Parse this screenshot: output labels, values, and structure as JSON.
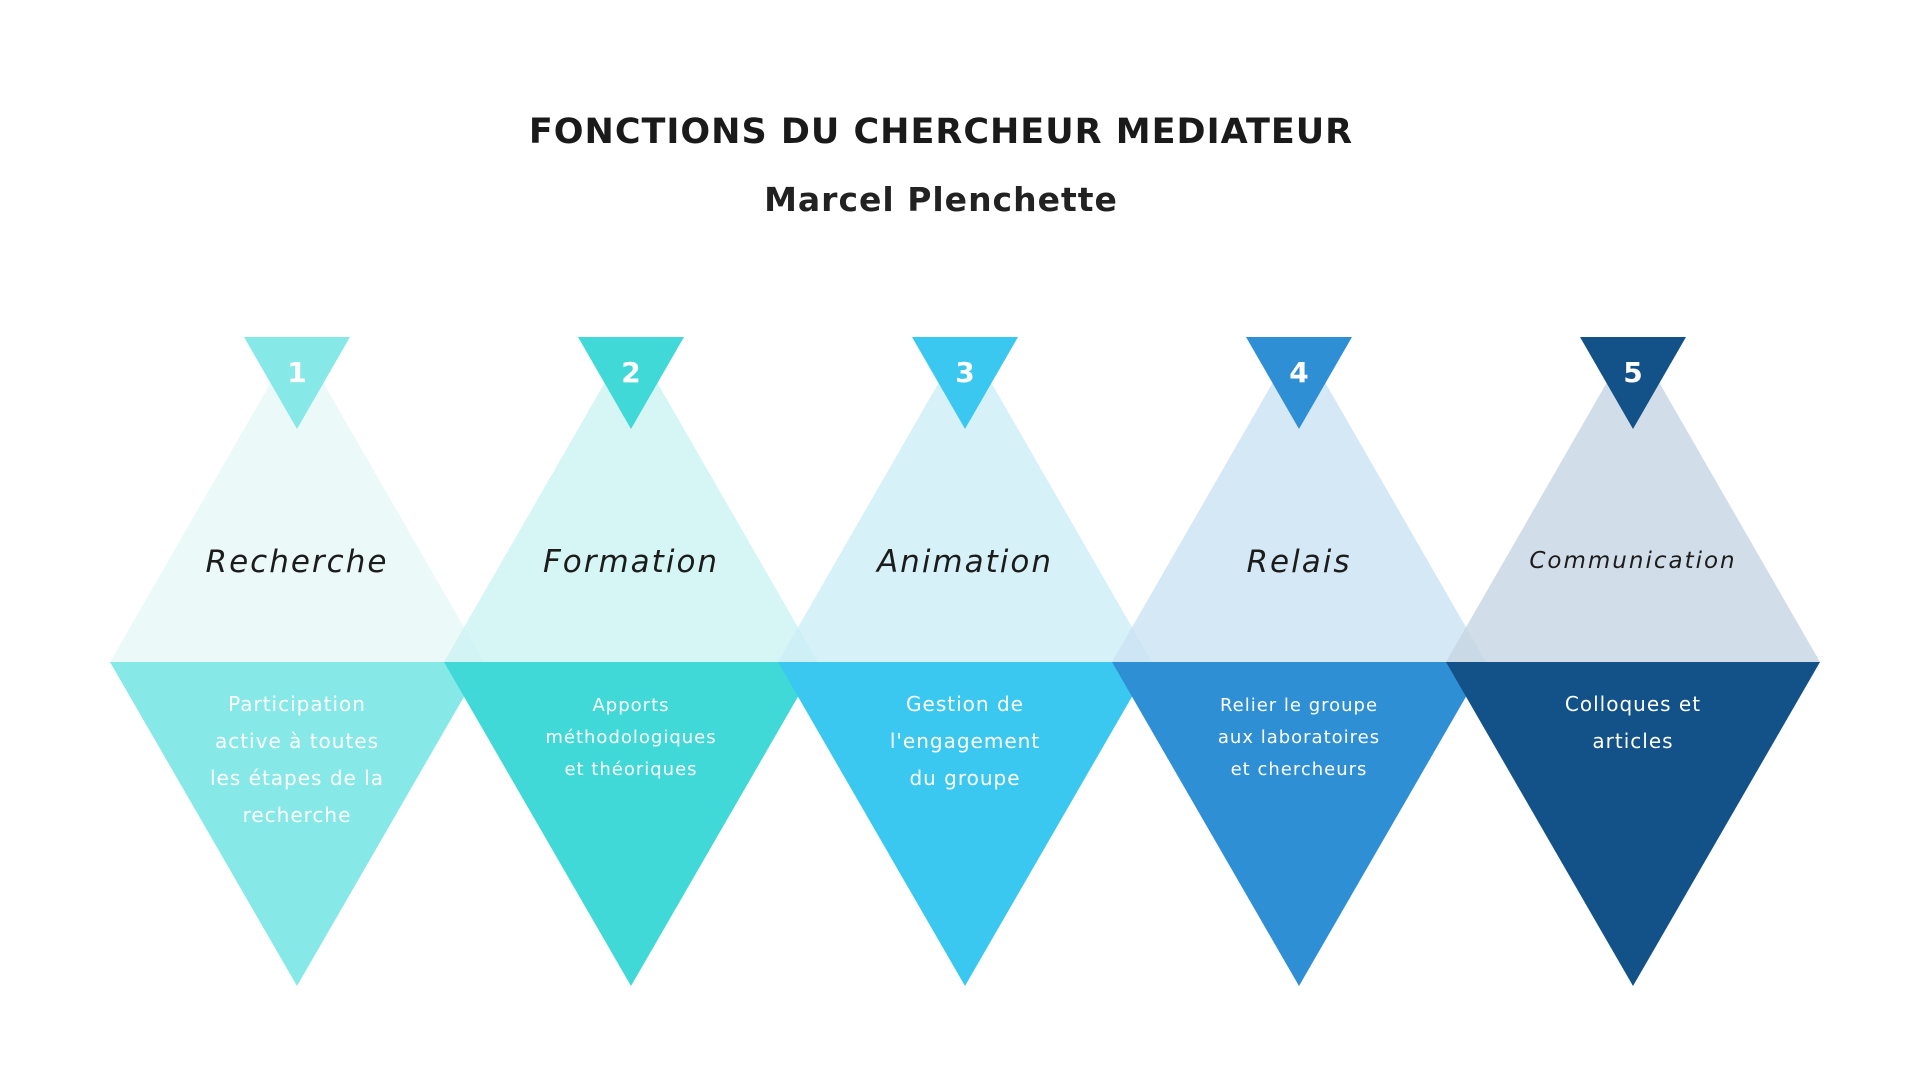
{
  "header": {
    "title": "FONCTIONS DU CHERCHEUR MEDIATEUR",
    "subtitle": "Marcel Plenchette"
  },
  "steps": [
    {
      "number": "1",
      "label": "Recherche",
      "description": [
        "Participation",
        "active à toutes",
        "les étapes de la",
        "recherche"
      ],
      "colors": {
        "badge": "#87E8E8",
        "upper": "#E7F8F8",
        "lower": "#87E8E8"
      }
    },
    {
      "number": "2",
      "label": "Formation",
      "description": [
        "Apports",
        "méthodologiques",
        "et théoriques"
      ],
      "colors": {
        "badge": "#40D9D8",
        "upper": "#CCF2F2",
        "lower": "#40D9D8"
      }
    },
    {
      "number": "3",
      "label": "Animation",
      "description": [
        "Gestion de",
        "l'engagement",
        "du groupe"
      ],
      "colors": {
        "badge": "#3BC8F0",
        "upper": "#CDEEF8",
        "lower": "#3BC8F0"
      }
    },
    {
      "number": "4",
      "label": "Relais",
      "description": [
        "Relier le groupe",
        "aux laboratoires",
        "et chercheurs"
      ],
      "colors": {
        "badge": "#2F8FD5",
        "upper": "#CBE2F4",
        "lower": "#2F8FD5"
      }
    },
    {
      "number": "5",
      "label": "Communication",
      "description": [
        "Colloques et",
        "articles"
      ],
      "colors": {
        "badge": "#135289",
        "upper": "#C5D4E2",
        "lower": "#135289"
      }
    }
  ]
}
